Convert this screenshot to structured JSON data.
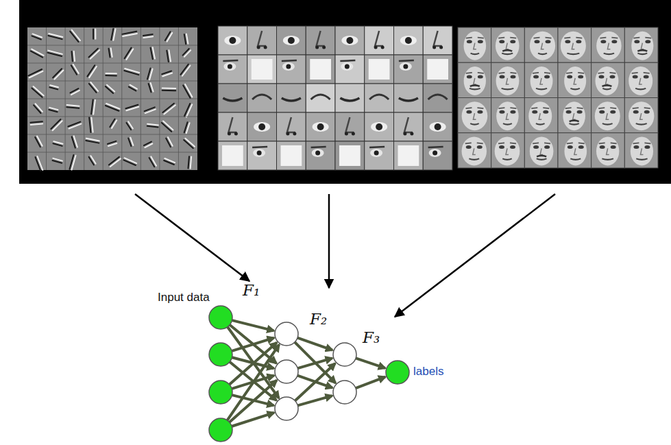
{
  "diagram": {
    "labels": [
      "Input data",
      "F₁",
      "F₂",
      "F₃",
      "labels"
    ]
  }
}
